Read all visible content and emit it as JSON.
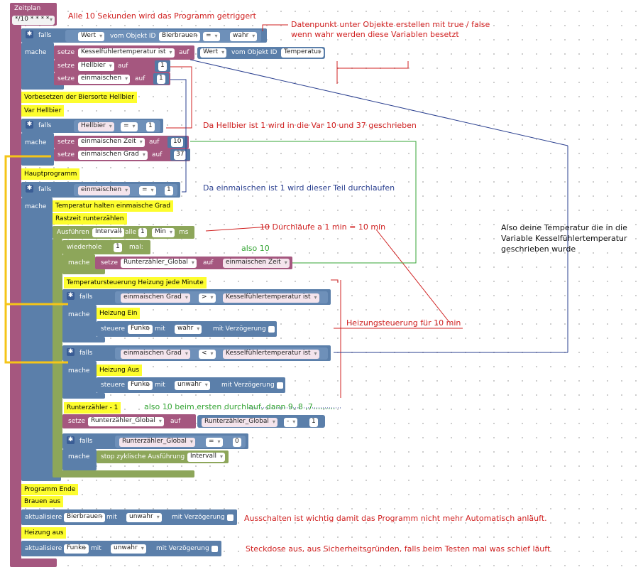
{
  "blocks": {
    "schedule": {
      "title": "Zeitplan",
      "cron": "*/10 * * * *"
    },
    "if1": {
      "falls": "falls",
      "mache": "mache",
      "wert": "Wert",
      "vom_objekt": "vom Objekt ID",
      "objekt": "Bierbrauen",
      "op": "=",
      "val": "wahr"
    },
    "set1": {
      "setze": "setze",
      "var": "Kesselfühlertemperatur ist",
      "auf": "auf",
      "wert": "Wert",
      "vom_objekt": "vom Objekt ID",
      "objekt": "Temperatur"
    },
    "set2": {
      "setze": "setze",
      "var": "Hellbier",
      "auf": "auf",
      "val": "1"
    },
    "set3": {
      "setze": "setze",
      "var": "einmaischen",
      "auf": "auf",
      "val": "1"
    },
    "comment1": "Vorbesetzen der Biersorte Hellbier",
    "comment2": "Var Hellbier",
    "if2": {
      "falls": "falls",
      "mache": "mache",
      "var": "Hellbier",
      "op": "=",
      "val": "1"
    },
    "set4": {
      "setze": "setze",
      "var": "einmaischen Zeit",
      "auf": "auf",
      "val": "10"
    },
    "set5": {
      "setze": "setze",
      "var": "einmaischen Grad",
      "auf": "auf",
      "val": "37"
    },
    "comment3": "Hauptprogramm",
    "if3": {
      "falls": "falls",
      "mache": "mache",
      "var": "einmaischen",
      "op": "=",
      "val": "1"
    },
    "comment4": "Temperatur halten einmaische Grad",
    "comment5": "Rastzeit runterzählen",
    "interval": {
      "label": "Ausführen",
      "name": "Intervall",
      "alle": "alle",
      "val": "1",
      "unit": "Min",
      "ms": "ms"
    },
    "repeat": {
      "label": "wiederhole",
      "val": "1",
      "mal": "mal:",
      "mache": "mache"
    },
    "set6": {
      "setze": "setze",
      "var": "Runterzähler_Global",
      "auf": "auf",
      "val": "einmaischen Zeit"
    },
    "comment6": "Temperatursteuerung Heizung jede Minute",
    "if4": {
      "falls": "falls",
      "mache": "mache",
      "left": "einmaischen Grad",
      "op": ">",
      "right": "Kesselfühlertemperatur ist"
    },
    "comment7": "Heizung Ein",
    "ctrl1": {
      "steuere": "steuere",
      "obj": "Funke",
      "mit": "mit",
      "val": "wahr",
      "delay": "mit Verzögerung"
    },
    "if5": {
      "falls": "falls",
      "mache": "mache",
      "left": "einmaischen Grad",
      "op": "<",
      "right": "Kesselfühlertemperatur ist"
    },
    "comment8": "Heizung Aus",
    "ctrl2": {
      "steuere": "steuere",
      "obj": "Funke",
      "mit": "mit",
      "val": "unwahr",
      "delay": "mit Verzögerung"
    },
    "comment9": "Runterzähler - 1",
    "set7": {
      "setze": "setze",
      "var": "Runterzähler_Global",
      "auf": "auf",
      "expr_var": "Runterzähler_Global",
      "op": "-",
      "val": "1"
    },
    "if6": {
      "falls": "falls",
      "mache": "mache",
      "var": "Runterzähler_Global",
      "op": "=",
      "val": "0"
    },
    "stop": {
      "label": "stop zyklische Ausführung",
      "name": "Intervall"
    },
    "comment10": "Programm Ende",
    "comment11": "Brauen aus",
    "upd1": {
      "label": "aktualisiere",
      "obj": "Bierbrauen",
      "mit": "mit",
      "val": "unwahr",
      "delay": "mit Verzögerung"
    },
    "comment12": "Heizung aus",
    "upd2": {
      "label": "aktualisiere",
      "obj": "Funke",
      "mit": "mit",
      "val": "unwahr",
      "delay": "mit Verzögerung"
    }
  },
  "annotations": {
    "a1": "Alle 10 Sekunden wird das Programm  getriggert",
    "a2": "Datenpunkt unter Objekte erstellen mit true / false",
    "a3": "wenn wahr werden diese Variablen besetzt",
    "a4": "Da Hellbier ist 1 wird in die Var 10 und 37 geschrieben",
    "a5": "Da einmaischen ist 1 wird dieser Teil durchlaufen",
    "a6": "10 Durchläufe a 1 min = 10 min",
    "a7": "also 10",
    "a8": "Heizungsteuerung für 10 min",
    "a9": "also 10 beim ersten durchlauf, dann 9, 8 ,7.........",
    "a10": "Also deine Temperatur die in die",
    "a11": "Variable Kesselfühlertemperatur",
    "a12": "geschrieben wurde",
    "a13": "Ausschalten ist wichtig damit das Programm nicht mehr Automatisch anläuft.",
    "a14": "Steckdose aus, aus  Sicherheitsgründen, falls beim Testen mal was schief läuft"
  },
  "colors": {
    "event": "#a5577f",
    "logic": "#5b7faa",
    "timer": "#8da65a",
    "comment": "#fdfd2e",
    "ann_red": "#d02020",
    "ann_navy": "#2a3f8f",
    "ann_green": "#35a535",
    "bracket": "#f5c518"
  }
}
